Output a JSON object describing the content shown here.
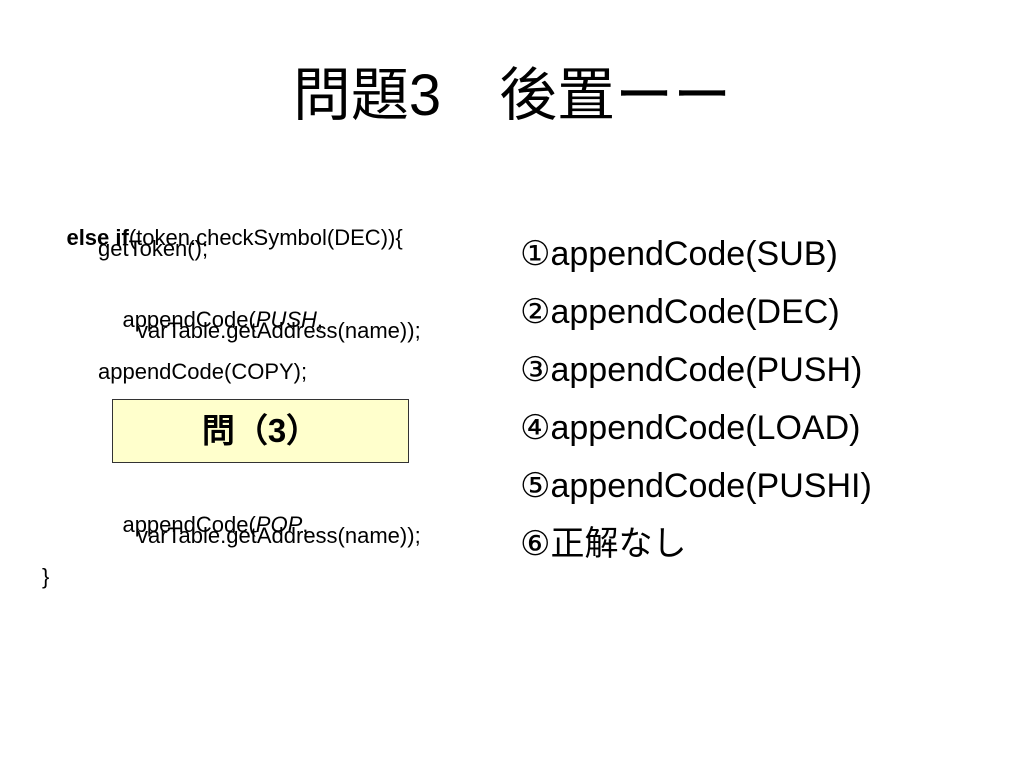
{
  "title": "問題3　後置ーー",
  "code": {
    "line1_keyword": "else if",
    "line1_rest": "(token.checkSymbol(DEC)){",
    "line2": "getToken();",
    "line3_prefix": "appendCode(",
    "line3_arg": "PUSH",
    "line3_suffix": ",",
    "line4": "varTable.getAddress(name));",
    "line5": "appendCode(COPY);",
    "line6_prefix": "appendCode(",
    "line6_arg": "POP",
    "line6_suffix": ",",
    "line7": "varTable.getAddress(name));",
    "line8": "}"
  },
  "question_box": "問（3）",
  "choices": [
    "①appendCode(SUB)",
    "②appendCode(DEC)",
    "③appendCode(PUSH)",
    "④appendCode(LOAD)",
    "⑤appendCode(PUSHI)",
    "⑥正解なし"
  ],
  "colors": {
    "question_box_fill": "#ffffcc",
    "text": "#000000"
  }
}
